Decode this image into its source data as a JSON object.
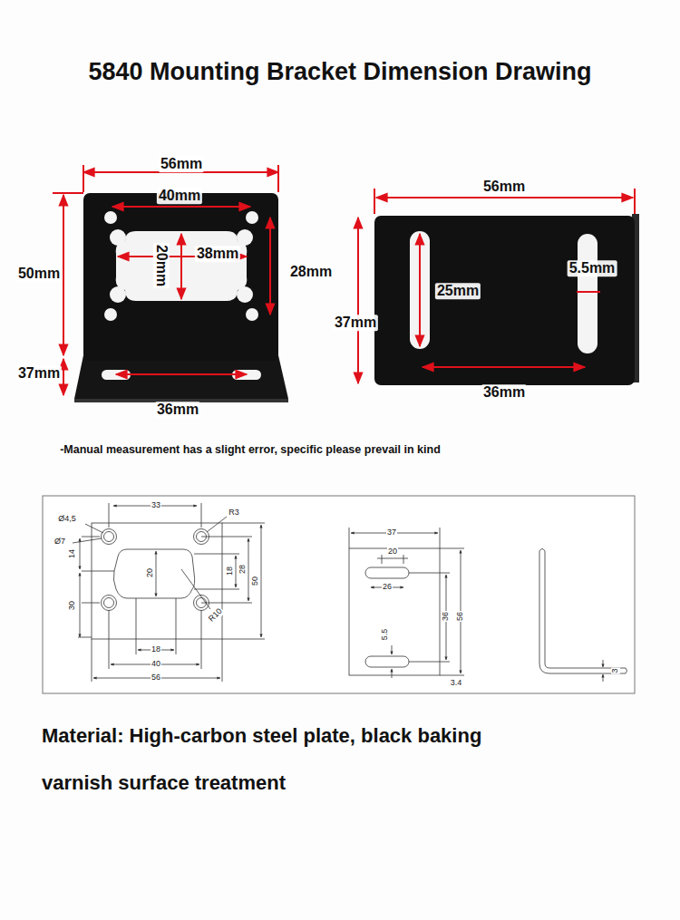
{
  "diagram": {
    "title": "5840 Mounting Bracket Dimension Drawing",
    "labels": [
      "56mm",
      "40mm",
      "20mm",
      "38mm",
      "28mm",
      "50mm",
      "37mm",
      "36mm",
      "56mm",
      "5.5mm",
      "25mm",
      "37mm",
      "36mm",
      "-Manual measurement has a slight error, specific please prevail in kind",
      "33",
      "Ø4,5",
      "R3",
      "Ø7",
      "14",
      "20",
      "18",
      "28",
      "50",
      "30",
      "R10",
      "18",
      "40",
      "56",
      "37",
      "20",
      "26",
      "5.5",
      "36",
      "56",
      "3.4",
      "3",
      "Material: High-carbon steel plate, black baking varnish surface treatment"
    ]
  }
}
